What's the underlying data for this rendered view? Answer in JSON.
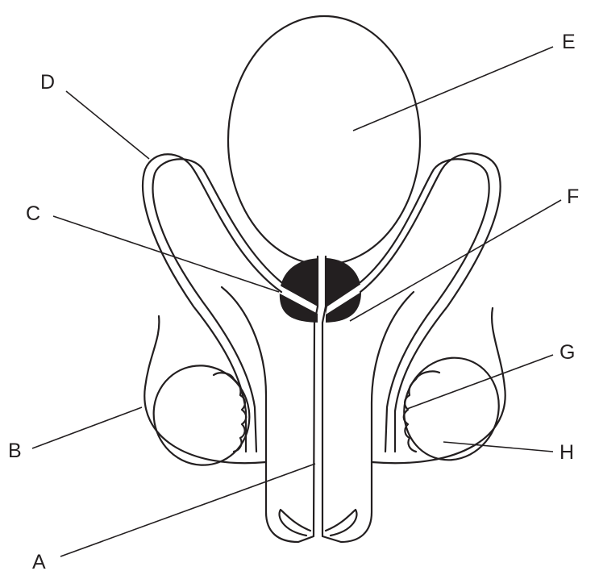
{
  "labels": {
    "A": "A",
    "B": "B",
    "C": "C",
    "D": "D",
    "E": "E",
    "F": "F",
    "G": "G",
    "H": "H"
  },
  "colors": {
    "ink": "#231f20",
    "background": "#ffffff",
    "prostate_fill": "#231f20"
  }
}
